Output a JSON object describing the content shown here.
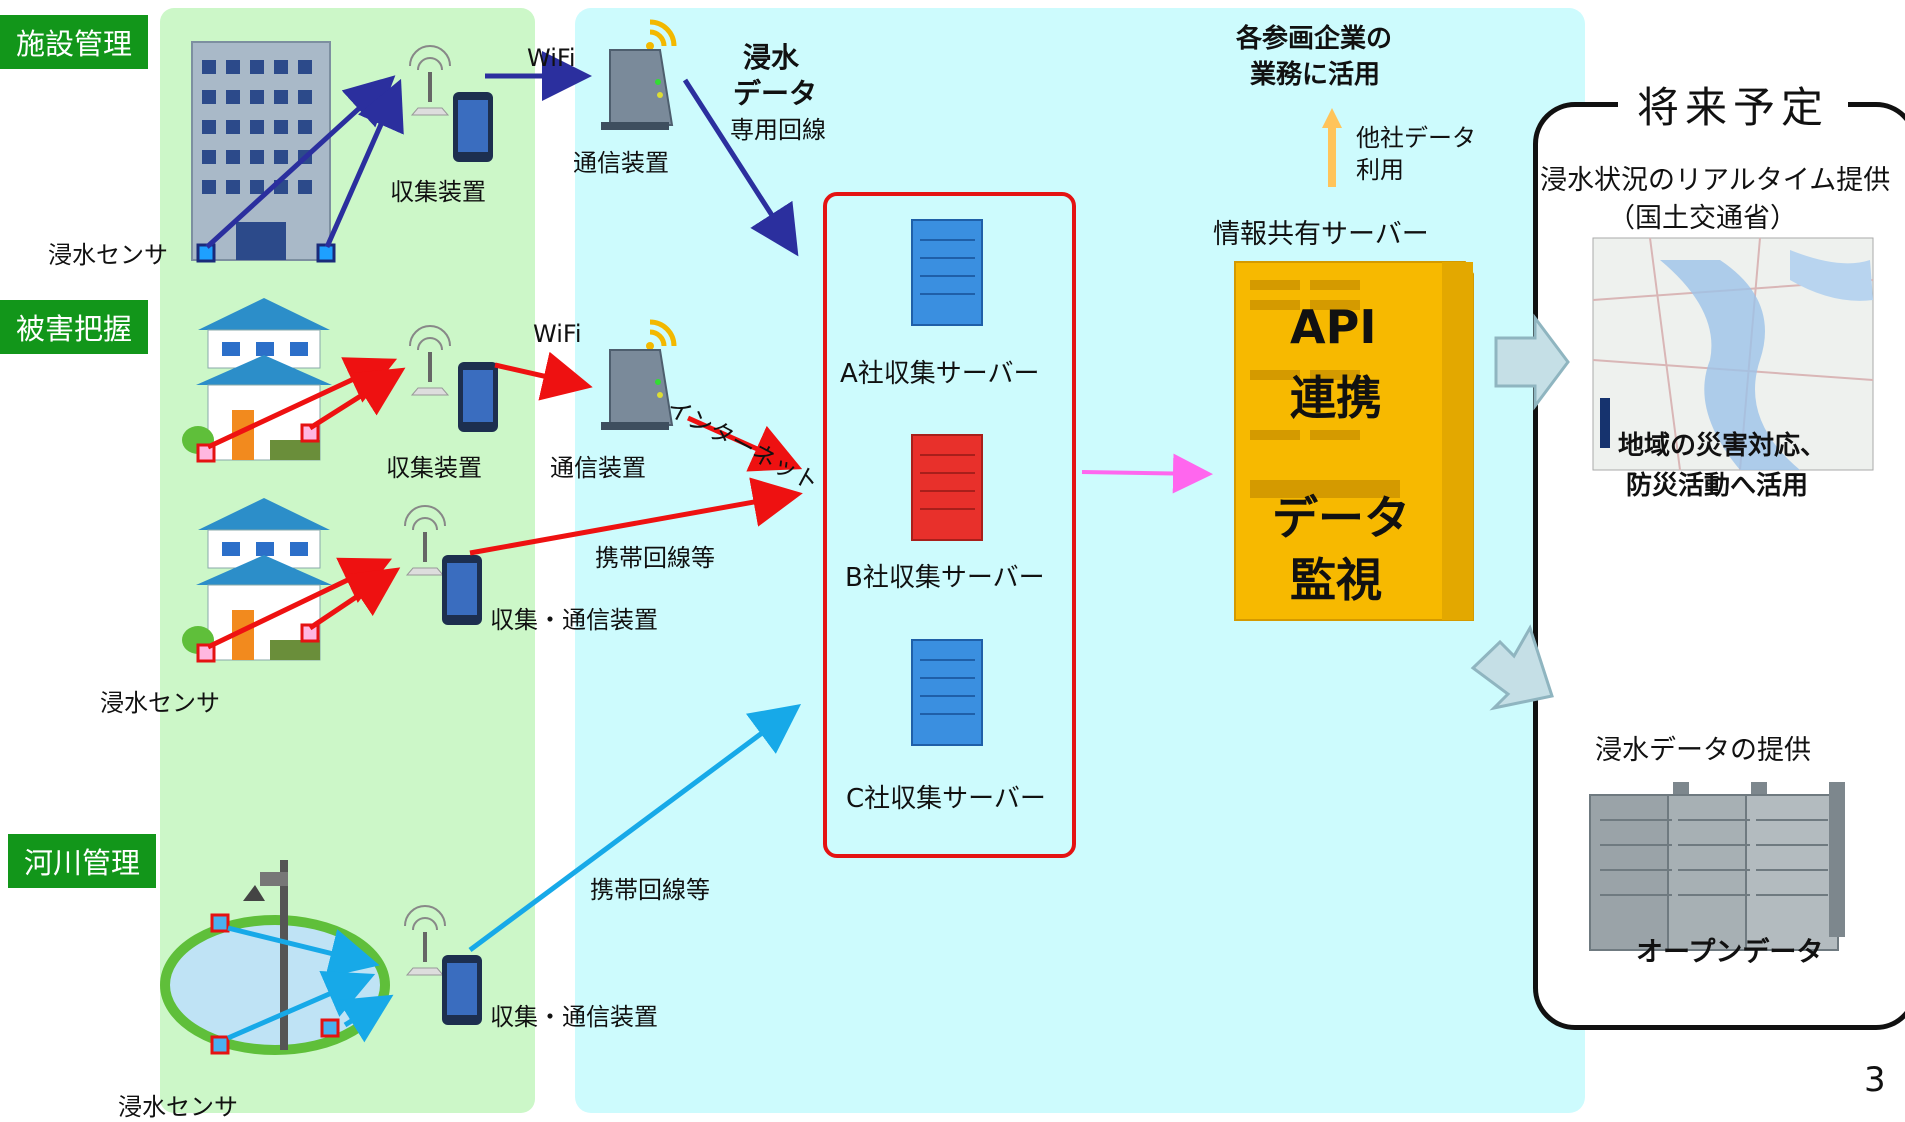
{
  "sections": {
    "facility": "施設管理",
    "damage": "被害把握",
    "river": "河川管理"
  },
  "labels": {
    "sensor_1": "浸水センサ",
    "sensor_2": "浸水センサ",
    "sensor_3": "浸水センサ",
    "collector_1": "収集装置",
    "collector_2": "収集装置",
    "collector_comm_1": "収集・通信装置",
    "collector_comm_2": "収集・通信装置",
    "comm_device_1": "通信装置",
    "comm_device_2": "通信装置",
    "wifi_1": "WiFi",
    "wifi_2": "WiFi",
    "flood_data_line1": "浸水",
    "flood_data_line2": "データ",
    "dedicated_line": "専用回線",
    "internet": "インターネット",
    "mobile_line_1": "携帯回線等",
    "mobile_line_2": "携帯回線等"
  },
  "servers": {
    "a": "A社収集サーバー",
    "b": "B社収集サーバー",
    "c": "C社収集サーバー"
  },
  "info_share": {
    "companies_line1": "各参画企業の",
    "companies_line2": "業務に活用",
    "other_data_line1": "他社データ",
    "other_data_line2": "利用",
    "server_label": "情報共有サーバー",
    "api_line1": "API",
    "api_line2": "連携",
    "monitor_line1": "データ",
    "monitor_line2": "監視"
  },
  "future": {
    "title": "将来予定",
    "realtime_line1": "浸水状況のリアルタイム提供",
    "realtime_line2": "（国土交通省）",
    "map_caption_line1": "地域の災害対応、",
    "map_caption_line2": "防災活動へ活用",
    "data_provide": "浸水データの提供",
    "open_data": "オープンデータ"
  },
  "page_number": "3",
  "colors": {
    "green_zone": "#ccf7c8",
    "cyan_zone": "#cdfbfd",
    "section_label": "#12961a",
    "arrow_navy": "#2b2f9e",
    "arrow_red": "#ee1111",
    "arrow_cyan": "#17a9e8",
    "arrow_pink": "#ff66ee",
    "arrow_orange": "#ffc45a",
    "info_server": "#f7b900",
    "server_blue": "#3a8fe0",
    "server_red": "#e8302b"
  }
}
